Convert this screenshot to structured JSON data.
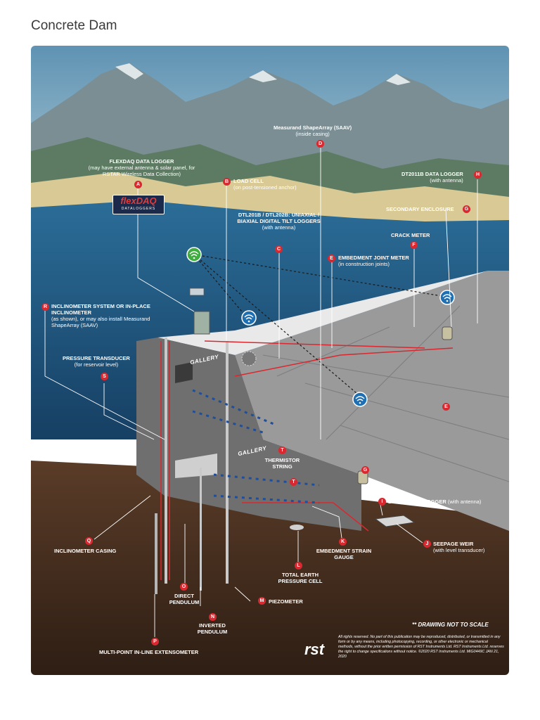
{
  "title": "Concrete Dam",
  "logos": {
    "flexdaq_brand": "flexDAQ",
    "flexdaq_sub": "DATALOGGERS",
    "rst": "rst"
  },
  "galleries": [
    "GALLERY",
    "GALLERY"
  ],
  "labels": {
    "A": {
      "letter": "A",
      "title": "FLEXDAQ DATA LOGGER",
      "sub": "(may have external antenna & solar panel, for RSTAR Wireless Data Collection)"
    },
    "B": {
      "letter": "B",
      "title": "LOAD CELL",
      "sub": "(on post-tensioned anchor)"
    },
    "C": {
      "letter": "C",
      "title": "DTL201B / DTL202B: UNIAXIAL / BIAXIAL DIGITAL TILT LOGGERS",
      "sub": "(with antenna)"
    },
    "D": {
      "letter": "D",
      "title": "Measurand ShapeArray (SAAV)",
      "sub": "(inside casing)"
    },
    "E": {
      "letter": "E",
      "title": "EMBEDMENT JOINT METER",
      "sub": "(in construction joints)"
    },
    "F": {
      "letter": "F",
      "title": "CRACK METER"
    },
    "G": {
      "letter": "G",
      "title": "SECONDARY ENCLOSURE"
    },
    "H": {
      "letter": "H",
      "title": "DT2011B DATA LOGGER",
      "sub": "(with antenna)"
    },
    "I": {
      "letter": "I",
      "title": "DT4205 DATA LOGGER",
      "sub": "(with antenna)"
    },
    "J": {
      "letter": "J",
      "title": "SEEPAGE WEIR",
      "sub": "(with level transducer)"
    },
    "K": {
      "letter": "K",
      "title": "EMBEDMENT STRAIN GAUGE"
    },
    "L": {
      "letter": "L",
      "title": "TOTAL EARTH PRESSURE CELL"
    },
    "M": {
      "letter": "M",
      "title": "PIEZOMETER"
    },
    "N": {
      "letter": "N",
      "title": "INVERTED PENDULUM"
    },
    "O": {
      "letter": "O",
      "title": "DIRECT PENDULUM"
    },
    "P": {
      "letter": "P",
      "title": "MULTI-POINT IN-LINE EXTENSOMETER"
    },
    "Q": {
      "letter": "Q",
      "title": "INCLINOMETER CASING"
    },
    "R": {
      "letter": "R",
      "title": "INCLINOMETER SYSTEM or IN-PLACE INCLINOMETER",
      "sub": "(as shown), or may also install Measurand ShapeArray (SAAV)"
    },
    "S": {
      "letter": "S",
      "title": "PRESSURE TRANSDUCER",
      "sub": "(for reservoir level)"
    },
    "T": {
      "letter": "T",
      "title": "THERMISTOR STRING"
    }
  },
  "scale_note": "** DRAWING NOT TO SCALE",
  "copyright": "All rights reserved. No part of this publication may be reproduced, distributed, or transmitted in any form or by any means, including photocopying, recording, or other electronic or mechanical methods, without the prior written permission of RST Instruments Ltd. RST Instruments Ltd. reserves the right to change specifications without notice. ©2020 RST Instruments Ltd. MIG0449C JAN 21, 2020",
  "colors": {
    "sky": "#6ea0bd",
    "water": "#1f5a86",
    "ground": "#4a3222",
    "dam": "#8e8e8e",
    "accent_red": "#d9282f",
    "wifi_blue": "#1f6fb3",
    "wifi_green": "#3fae3f"
  }
}
